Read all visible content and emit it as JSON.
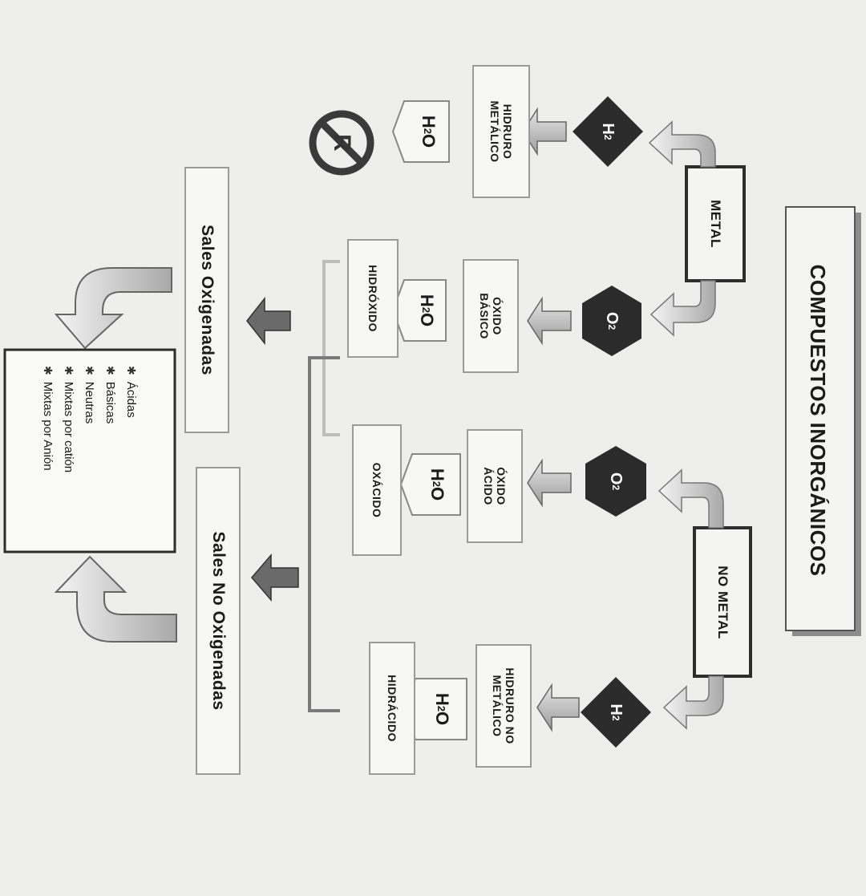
{
  "title": "COMPUESTOS INORGÁNICOS",
  "sources": {
    "metal": "METAL",
    "nonmetal": "NO METAL"
  },
  "reagents": {
    "h2_main": "H",
    "h2_sub": "2",
    "o2_main": "O",
    "o2_sub": "2",
    "water_main": "H",
    "water_sub": "2",
    "water_end": "O"
  },
  "compounds": {
    "hidruro_metalico": "HIDRURO\nMETÁLICO",
    "oxido_basico": "ÓXIDO\nBÁSICO",
    "oxido_acido": "ÓXIDO\nÁCIDO",
    "hidruro_no_metalico": "HIDRURO NO\nMETÁLICO"
  },
  "products": {
    "hidroxido": "HIDRÓXIDO",
    "oxacido": "OXÁCIDO",
    "hidracido": "HIDRÁCIDO"
  },
  "salts": {
    "oxigenadas": "Sales Oxigenadas",
    "no_oxigenadas": "Sales No Oxigenadas"
  },
  "salt_types": [
    "Ácidas",
    "Básicas",
    "Neutras",
    "Mixtas por catión",
    "Mixtas por Anión"
  ],
  "symbols": {
    "bullet": "✱",
    "no_reaction": "R"
  },
  "colors": {
    "dark": "#2f2f2f",
    "medium_arrow": "#7a7a7a",
    "light_arrow": "#c8c8c8",
    "box_bg": "#f7f7f5"
  }
}
